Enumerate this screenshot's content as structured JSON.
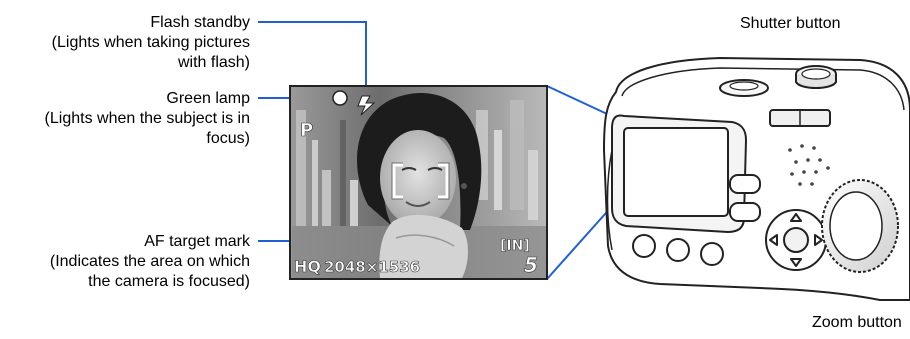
{
  "labels": {
    "flash": {
      "title": "Flash standby",
      "line1": "(Lights when taking pictures",
      "line2": "with flash)"
    },
    "green": {
      "title": "Green lamp",
      "line1": "(Lights when the subject is in",
      "line2": "focus)"
    },
    "af": {
      "title": "AF target mark",
      "line1": "(Indicates the area on which",
      "line2": "the camera is focused)"
    },
    "shutter": "Shutter button",
    "zoom": "Zoom button"
  },
  "lcd": {
    "mode": "P",
    "quality": "HQ",
    "resolution": "2048×1536",
    "memory": "[IN]",
    "shots": "5",
    "flash_icon": "flash-bolt-icon",
    "lamp_icon": "green-lamp-circle-icon"
  },
  "colors": {
    "leader_line": "#1f5fd6",
    "lcd_frame": "#222222"
  }
}
